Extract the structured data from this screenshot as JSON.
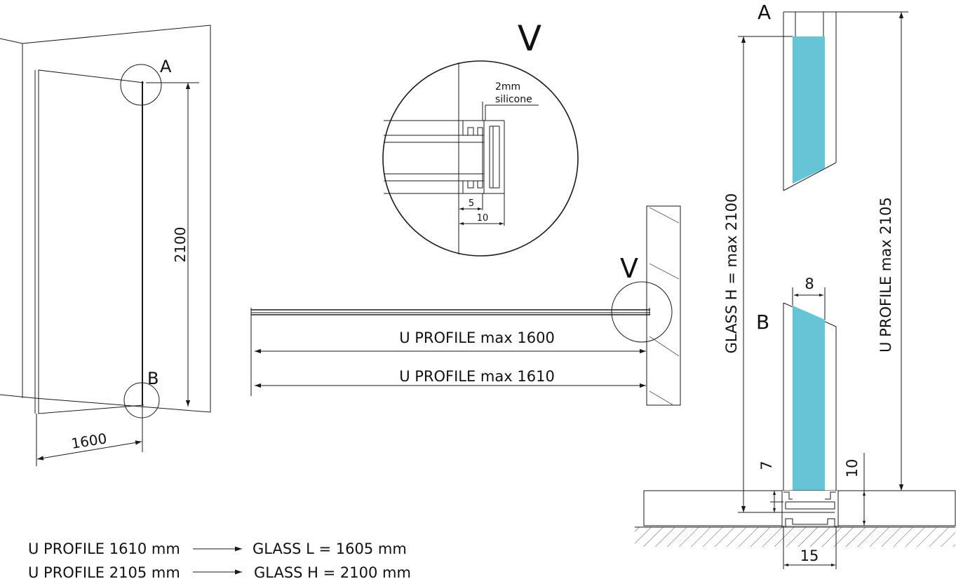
{
  "colors": {
    "glass": "#67c4d6",
    "line": "#1a1a1a"
  },
  "left_view": {
    "label_a": "A",
    "label_b": "B",
    "height_dim": "2100",
    "width_dim": "1600"
  },
  "detail_v": {
    "title": "V",
    "silicone_line1": "2mm",
    "silicone_line2": "silicone",
    "dim_5": "5",
    "dim_10": "10"
  },
  "plan_view": {
    "label_v": "V",
    "dim_1600": "U PROFILE max 1600",
    "dim_1610": "U PROFILE max 1610"
  },
  "section": {
    "label_a": "A",
    "label_b": "B",
    "glass_height": "GLASS  H = max 2100",
    "uprofile_height": "U PROFILE    max 2105",
    "dim_8": "8",
    "dim_7": "7",
    "dim_10": "10",
    "dim_15": "15"
  },
  "legend": [
    {
      "left": "U PROFILE 1610 mm",
      "right": "GLASS L = 1605 mm"
    },
    {
      "left": "U PROFILE 2105 mm",
      "right": "GLASS H = 2100 mm"
    }
  ]
}
